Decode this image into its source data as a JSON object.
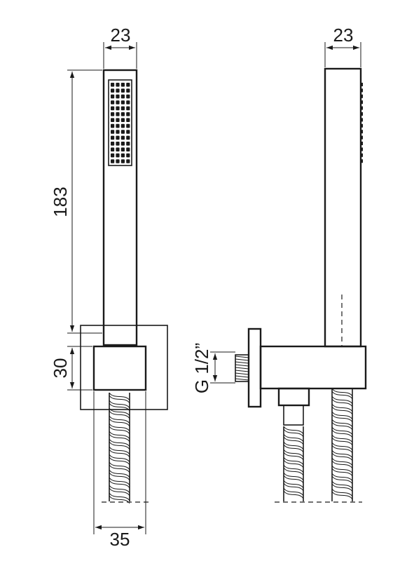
{
  "front_view": {
    "width_top": "23",
    "height_handle": "183",
    "height_bracket": "30",
    "width_bracket": "35"
  },
  "side_view": {
    "width_top": "23",
    "thread": "G 1/2”"
  }
}
